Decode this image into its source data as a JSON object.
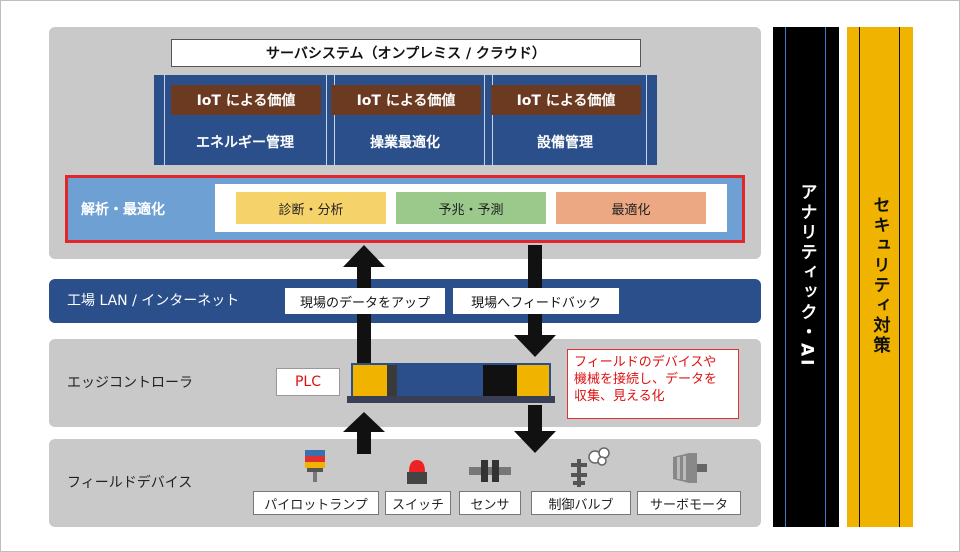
{
  "server": {
    "title": "サーバシステム（オンプレミス / クラウド）",
    "columns": [
      {
        "iot_label": "IoT による価値",
        "name": "エネルギー管理"
      },
      {
        "iot_label": "IoT による価値",
        "name": "操業最適化"
      },
      {
        "iot_label": "IoT による価値",
        "name": "設備管理"
      }
    ]
  },
  "analysis": {
    "label": "解析・最適化",
    "items": [
      {
        "label": "診断・分析",
        "color": "#f6d36a"
      },
      {
        "label": "予兆・予測",
        "color": "#9bc88b"
      },
      {
        "label": "最適化",
        "color": "#eca882"
      }
    ]
  },
  "lan": {
    "label": "工場 LAN / インターネット",
    "up_label": "現場のデータをアップ",
    "feedback_label": "現場へフィードバック"
  },
  "edge": {
    "label": "エッジコントローラ",
    "plc_label": "PLC",
    "callout": [
      "フィールドのデバイスや",
      "機械を接続し、データを",
      "収集、見える化"
    ]
  },
  "field": {
    "label": "フィールドデバイス",
    "devices": [
      {
        "label": "パイロットランプ",
        "icon": "pilot-lamp-icon"
      },
      {
        "label": "スイッチ",
        "icon": "switch-icon"
      },
      {
        "label": "センサ",
        "icon": "sensor-icon"
      },
      {
        "label": "制御バルブ",
        "icon": "control-valve-icon"
      },
      {
        "label": "サーボモータ",
        "icon": "servo-motor-icon"
      }
    ]
  },
  "side": {
    "analytics_label": "アナリティック・AI",
    "security_label": "セキュリティ対策"
  },
  "colors": {
    "navy": "#2a4f8b",
    "panel_gray": "#c9c9c9",
    "analysis_blue": "#6fa0d4",
    "highlight_red": "#e2262b",
    "iot_brown": "#6b3a20",
    "security_yellow": "#f0b400"
  }
}
